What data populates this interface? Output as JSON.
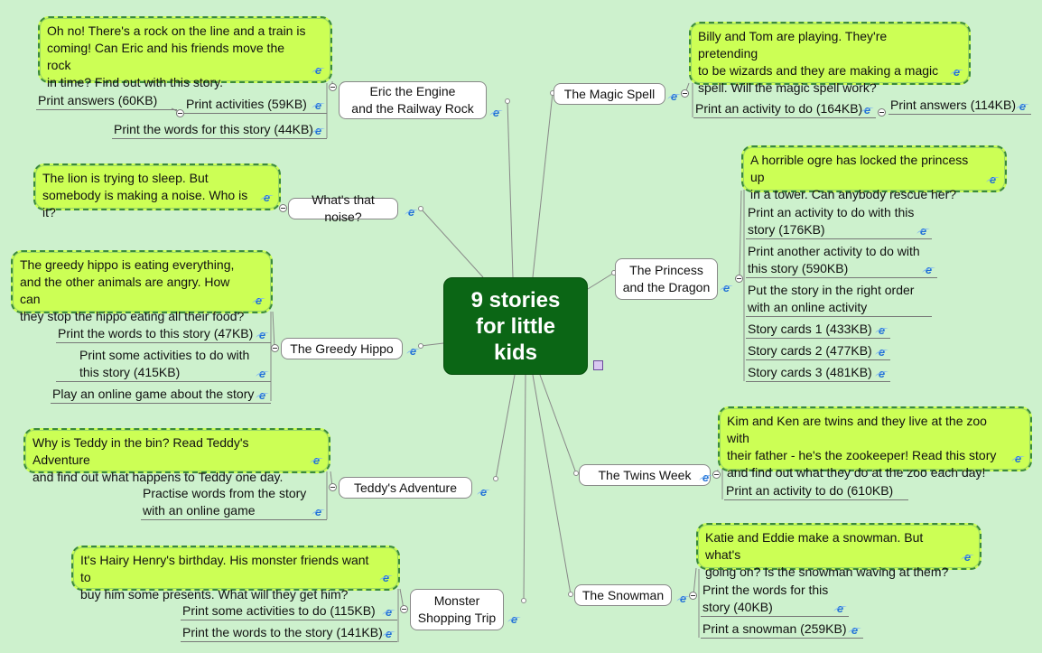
{
  "title": {
    "text": "9 stories\nfor little\nkids"
  },
  "colors": {
    "background": "#cdf1cd",
    "center": "#0b6615",
    "callout": "#ccff55",
    "callout_border": "#3a8a3a"
  },
  "icons": {
    "link": "internet-explorer-icon",
    "collapse": "collapse-icon",
    "note": "note-icon"
  },
  "topics": [
    {
      "label": "Eric the Engine\nand the Railway Rock",
      "description": "Oh no! There's a rock on the line and a train is\ncoming! Can Eric and his friends move the rock\nin time? Find out with this story.",
      "items": [
        "Print answers (60KB)",
        "Print activities (59KB)",
        "Print the words for this story (44KB)"
      ]
    },
    {
      "label": "What's that noise?",
      "description": "The lion is trying to sleep. But\nsomebody is making a noise. Who is it?",
      "items": []
    },
    {
      "label": "The Greedy Hippo",
      "description": "The greedy hippo is eating everything,\nand the other animals are angry. How can\nthey stop the hippo eating all their food?",
      "items": [
        "Print the words to this story (47KB)",
        "Print some activities to do with\nthis story (415KB)",
        "Play an online game about the story"
      ]
    },
    {
      "label": "Teddy's Adventure",
      "description": "Why is Teddy in the bin? Read Teddy's Adventure\nand find out what happens to Teddy one day.",
      "items": [
        "Practise words from the story\nwith an online game"
      ]
    },
    {
      "label": "Monster\nShopping Trip",
      "description": "It's Hairy Henry's birthday. His monster friends want to\nbuy him some presents. What will they get him?",
      "items": [
        "Print some activities to do (115KB)",
        "Print the words to the story (141KB)"
      ]
    },
    {
      "label": "The Magic Spell",
      "description": "Billy and Tom are playing. They're pretending\nto be wizards and they are making a magic\nspell. Will the magic spell work?",
      "items": [
        "Print an activity to do (164KB)",
        "Print answers (114KB)"
      ]
    },
    {
      "label": "The Princess\nand the Dragon",
      "description": "A horrible ogre has locked the princess up\nin a tower. Can anybody rescue her?",
      "items": [
        "Print an activity to do with this\nstory (176KB)",
        "Print another activity to do with\nthis story (590KB)",
        "Put the story in the right order\nwith an online activity",
        "Story cards 1 (433KB)",
        "Story cards 2 (477KB)",
        "Story cards 3 (481KB)"
      ]
    },
    {
      "label": "The Twins Week",
      "description": "Kim and Ken are twins and they live at the zoo with\ntheir father - he's the zookeeper! Read this story\nand find out what they do at the zoo each day!",
      "items": [
        "Print an activity to do (610KB)"
      ]
    },
    {
      "label": "The Snowman",
      "description": "Katie and Eddie make a snowman. But what's\ngoing on? Is the snowman waving at them?",
      "items": [
        "Print the words for this\nstory (40KB)",
        "Print a snowman (259KB)"
      ]
    }
  ]
}
